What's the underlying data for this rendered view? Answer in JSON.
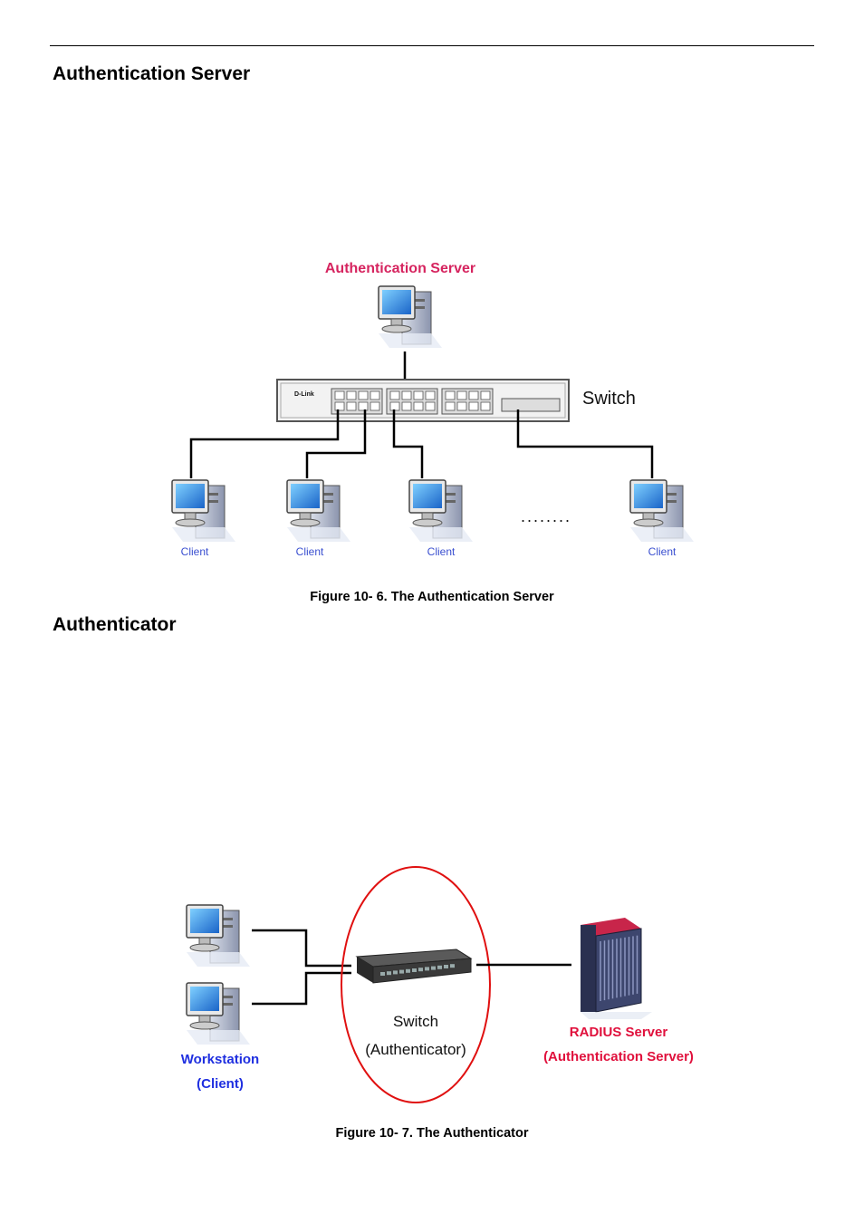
{
  "section1": {
    "heading": "Authentication Server"
  },
  "figure1": {
    "server_label": "Authentication Server",
    "switch_label": "Switch",
    "switch_brand": "D-Link",
    "clients": [
      {
        "label": "Client"
      },
      {
        "label": "Client"
      },
      {
        "label": "Client"
      },
      {
        "label": "Client"
      }
    ],
    "ellipsis": "........",
    "caption": "Figure 10- 6. The Authentication Server"
  },
  "section2": {
    "heading": "Authenticator"
  },
  "figure2": {
    "switch_line1": "Switch",
    "switch_line2": "(Authenticator)",
    "workstation_line1": "Workstation",
    "workstation_line2": "(Client)",
    "radius_line1": "RADIUS Server",
    "radius_line2": "(Authentication Server)",
    "caption": "Figure 10- 7. The Authenticator"
  },
  "colors": {
    "server_label": "#d6245f",
    "client_label": "#3a4fd0",
    "workstation_label": "#1f2fe0",
    "radius_label": "#e0103c",
    "ellipse": "#e01010"
  }
}
